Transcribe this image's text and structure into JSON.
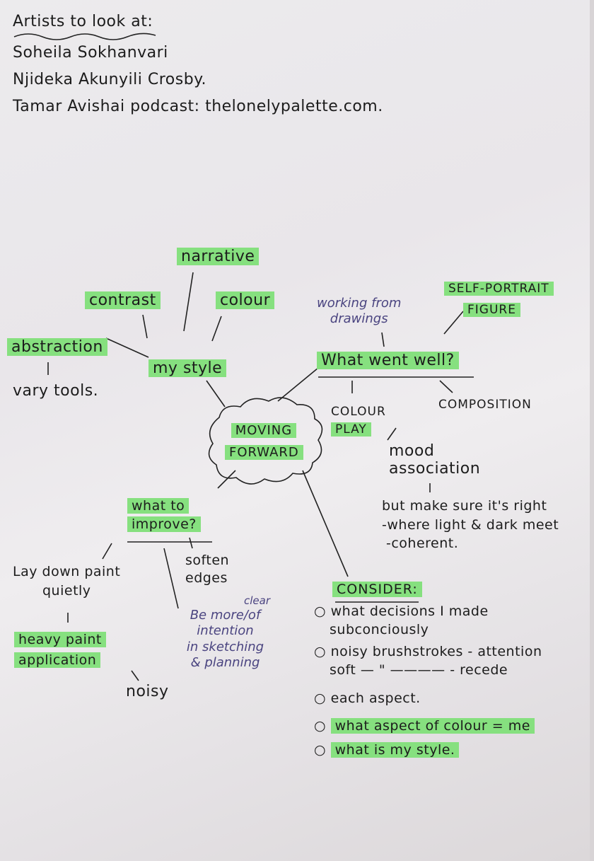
{
  "header": {
    "title": "Artists to look at:",
    "artists": [
      "Soheila Sokhanvari",
      "Njideka Akunyili Crosby.",
      "Tamar Avishai podcast: thelonelypalette.com."
    ]
  },
  "center": {
    "line1": "MOVING",
    "line2": "FORWARD"
  },
  "my_style": {
    "label": "my style",
    "branches": {
      "narrative": "narrative",
      "contrast": "contrast",
      "colour": "colour",
      "abstraction": "abstraction",
      "vary_tools": "vary tools."
    }
  },
  "went_well": {
    "label": "What went well?",
    "working_from_drawings": [
      "working from",
      "drawings"
    ],
    "self_portrait": "SELF-PORTRAIT",
    "figure": "FIGURE",
    "composition": "COMPOSITION",
    "colour_play": [
      "COLOUR",
      "PLAY"
    ],
    "mood": [
      "mood",
      "association"
    ],
    "notes": [
      "but make sure it's right",
      "-where light & dark meet",
      "-coherent."
    ]
  },
  "improve": {
    "label": [
      "what to",
      "improve?"
    ],
    "lay_down": [
      "Lay down paint",
      "quietly"
    ],
    "soften": [
      "soften",
      "edges"
    ],
    "heavy": [
      "heavy paint",
      "application"
    ],
    "noisy": "noisy",
    "intention": {
      "clear": "clear",
      "lines": [
        "Be more/of",
        "intention",
        "in sketching",
        "& planning"
      ]
    }
  },
  "consider": {
    "label": "CONSIDER:",
    "items": [
      {
        "text": [
          "what decisions I made",
          "subconciously"
        ],
        "highlight": false
      },
      {
        "text": [
          "noisy brushstrokes - attention",
          "soft  — \" ———— - recede"
        ],
        "highlight": false
      },
      {
        "text": [
          "each aspect."
        ],
        "highlight": false
      },
      {
        "text": [
          "what aspect of colour = me"
        ],
        "highlight": true
      },
      {
        "text": [
          "what is my style."
        ],
        "highlight": true
      }
    ]
  },
  "colors": {
    "highlighter": "#86e07f",
    "ink": "#1c1c1c",
    "purple_ink": "#4a4480"
  }
}
